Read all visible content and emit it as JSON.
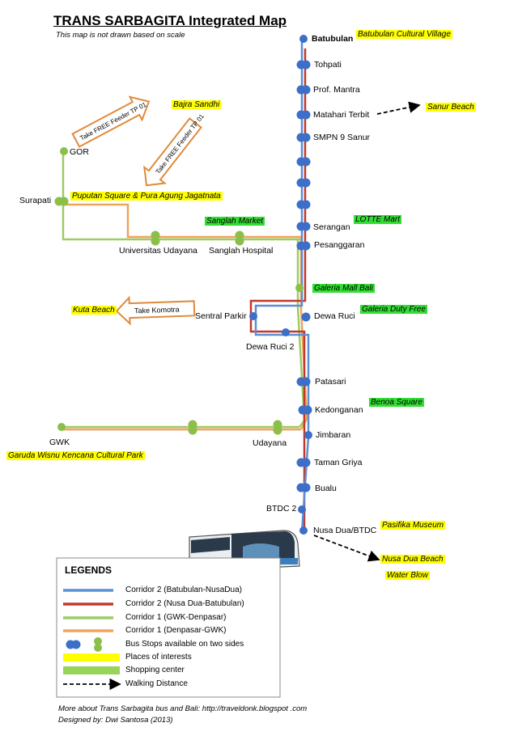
{
  "header": {
    "title": "TRANS SARBAGITA Integrated Map",
    "subtitle": "This map is not drawn based on scale"
  },
  "stops": {
    "batubulan": "Batubulan",
    "tohpati": "Tohpati",
    "prof_mantra": "Prof. Mantra",
    "matahari_terbit": "Matahari Terbit",
    "smpn9": "SMPN 9 Sanur",
    "serangan": "Serangan",
    "pesanggaran": "Pesanggaran",
    "dewa_ruci": "Dewa Ruci",
    "sentral_parkir": "Sentral Parkir",
    "dewa_ruci_2": "Dewa Ruci 2",
    "patasari": "Patasari",
    "kedonganan": "Kedonganan",
    "jimbaran": "Jimbaran",
    "taman_griya": "Taman Griya",
    "bualu": "Bualu",
    "btdc2": "BTDC 2",
    "nusa_dua_btdc": "Nusa Dua/BTDC",
    "gor": "GOR",
    "surapati": "Surapati",
    "univ_udayana": "Universitas Udayana",
    "sanglah_hospital": "Sanglah Hospital",
    "gwk": "GWK",
    "udayana": "Udayana"
  },
  "places": {
    "batubulan_cultural": "Batubulan Cultural Village",
    "sanur_beach": "Sanur Beach",
    "bajra_sandhi": "Bajra Sandhi",
    "puputan": "Puputan Square & Pura Agung Jagatnata",
    "kuta_beach": "Kuta Beach",
    "gwk_park": "Garuda Wisnu Kencana Cultural Park",
    "pasifika": "Pasifika Museum",
    "nusa_dua_beach": "Nusa Dua Beach",
    "water_blow": "Water Blow"
  },
  "shopping": {
    "sanglah_market": "Sanglah Market",
    "lotte_mart": "LOTTE Mart",
    "galeria_mall": "Galeria Mall Bali",
    "galeria_duty_free": "Galeria Duty Free",
    "benoa_square": "Benoa Square"
  },
  "arrows": {
    "feeder_1": "Take FREE Feeder TP 01",
    "feeder_2": "Take FREE Feeder TP 01",
    "komotra": "Take Komotra"
  },
  "legend": {
    "title": "LEGENDS",
    "items": [
      "Corridor 2 (Batubulan-NusaDua)",
      "Corridor 2 (Nusa Dua-Batubulan)",
      "Corridor 1 (GWK-Denpasar)",
      "Corridor 1 (Denpasar-GWK)",
      "Bus Stops available on two sides",
      "Places of interests",
      "Shopping center",
      "Walking Distance"
    ]
  },
  "footer": {
    "line1": "More about Trans Sarbagita bus and Bali: http://traveldonk.blogspot .com",
    "line2": "Designed by: Dwi Santosa (2013)"
  },
  "colors": {
    "corridor2_blue": "#5b8fd6",
    "corridor2_red": "#c0392b",
    "corridor1_green": "#9ccc65",
    "corridor1_orange": "#f0a35a",
    "stop_blue": "#3c6fc9",
    "stop_green": "#8bbf4a",
    "poi_yellow": "#ffff00",
    "shop_green": "#33dd33"
  }
}
